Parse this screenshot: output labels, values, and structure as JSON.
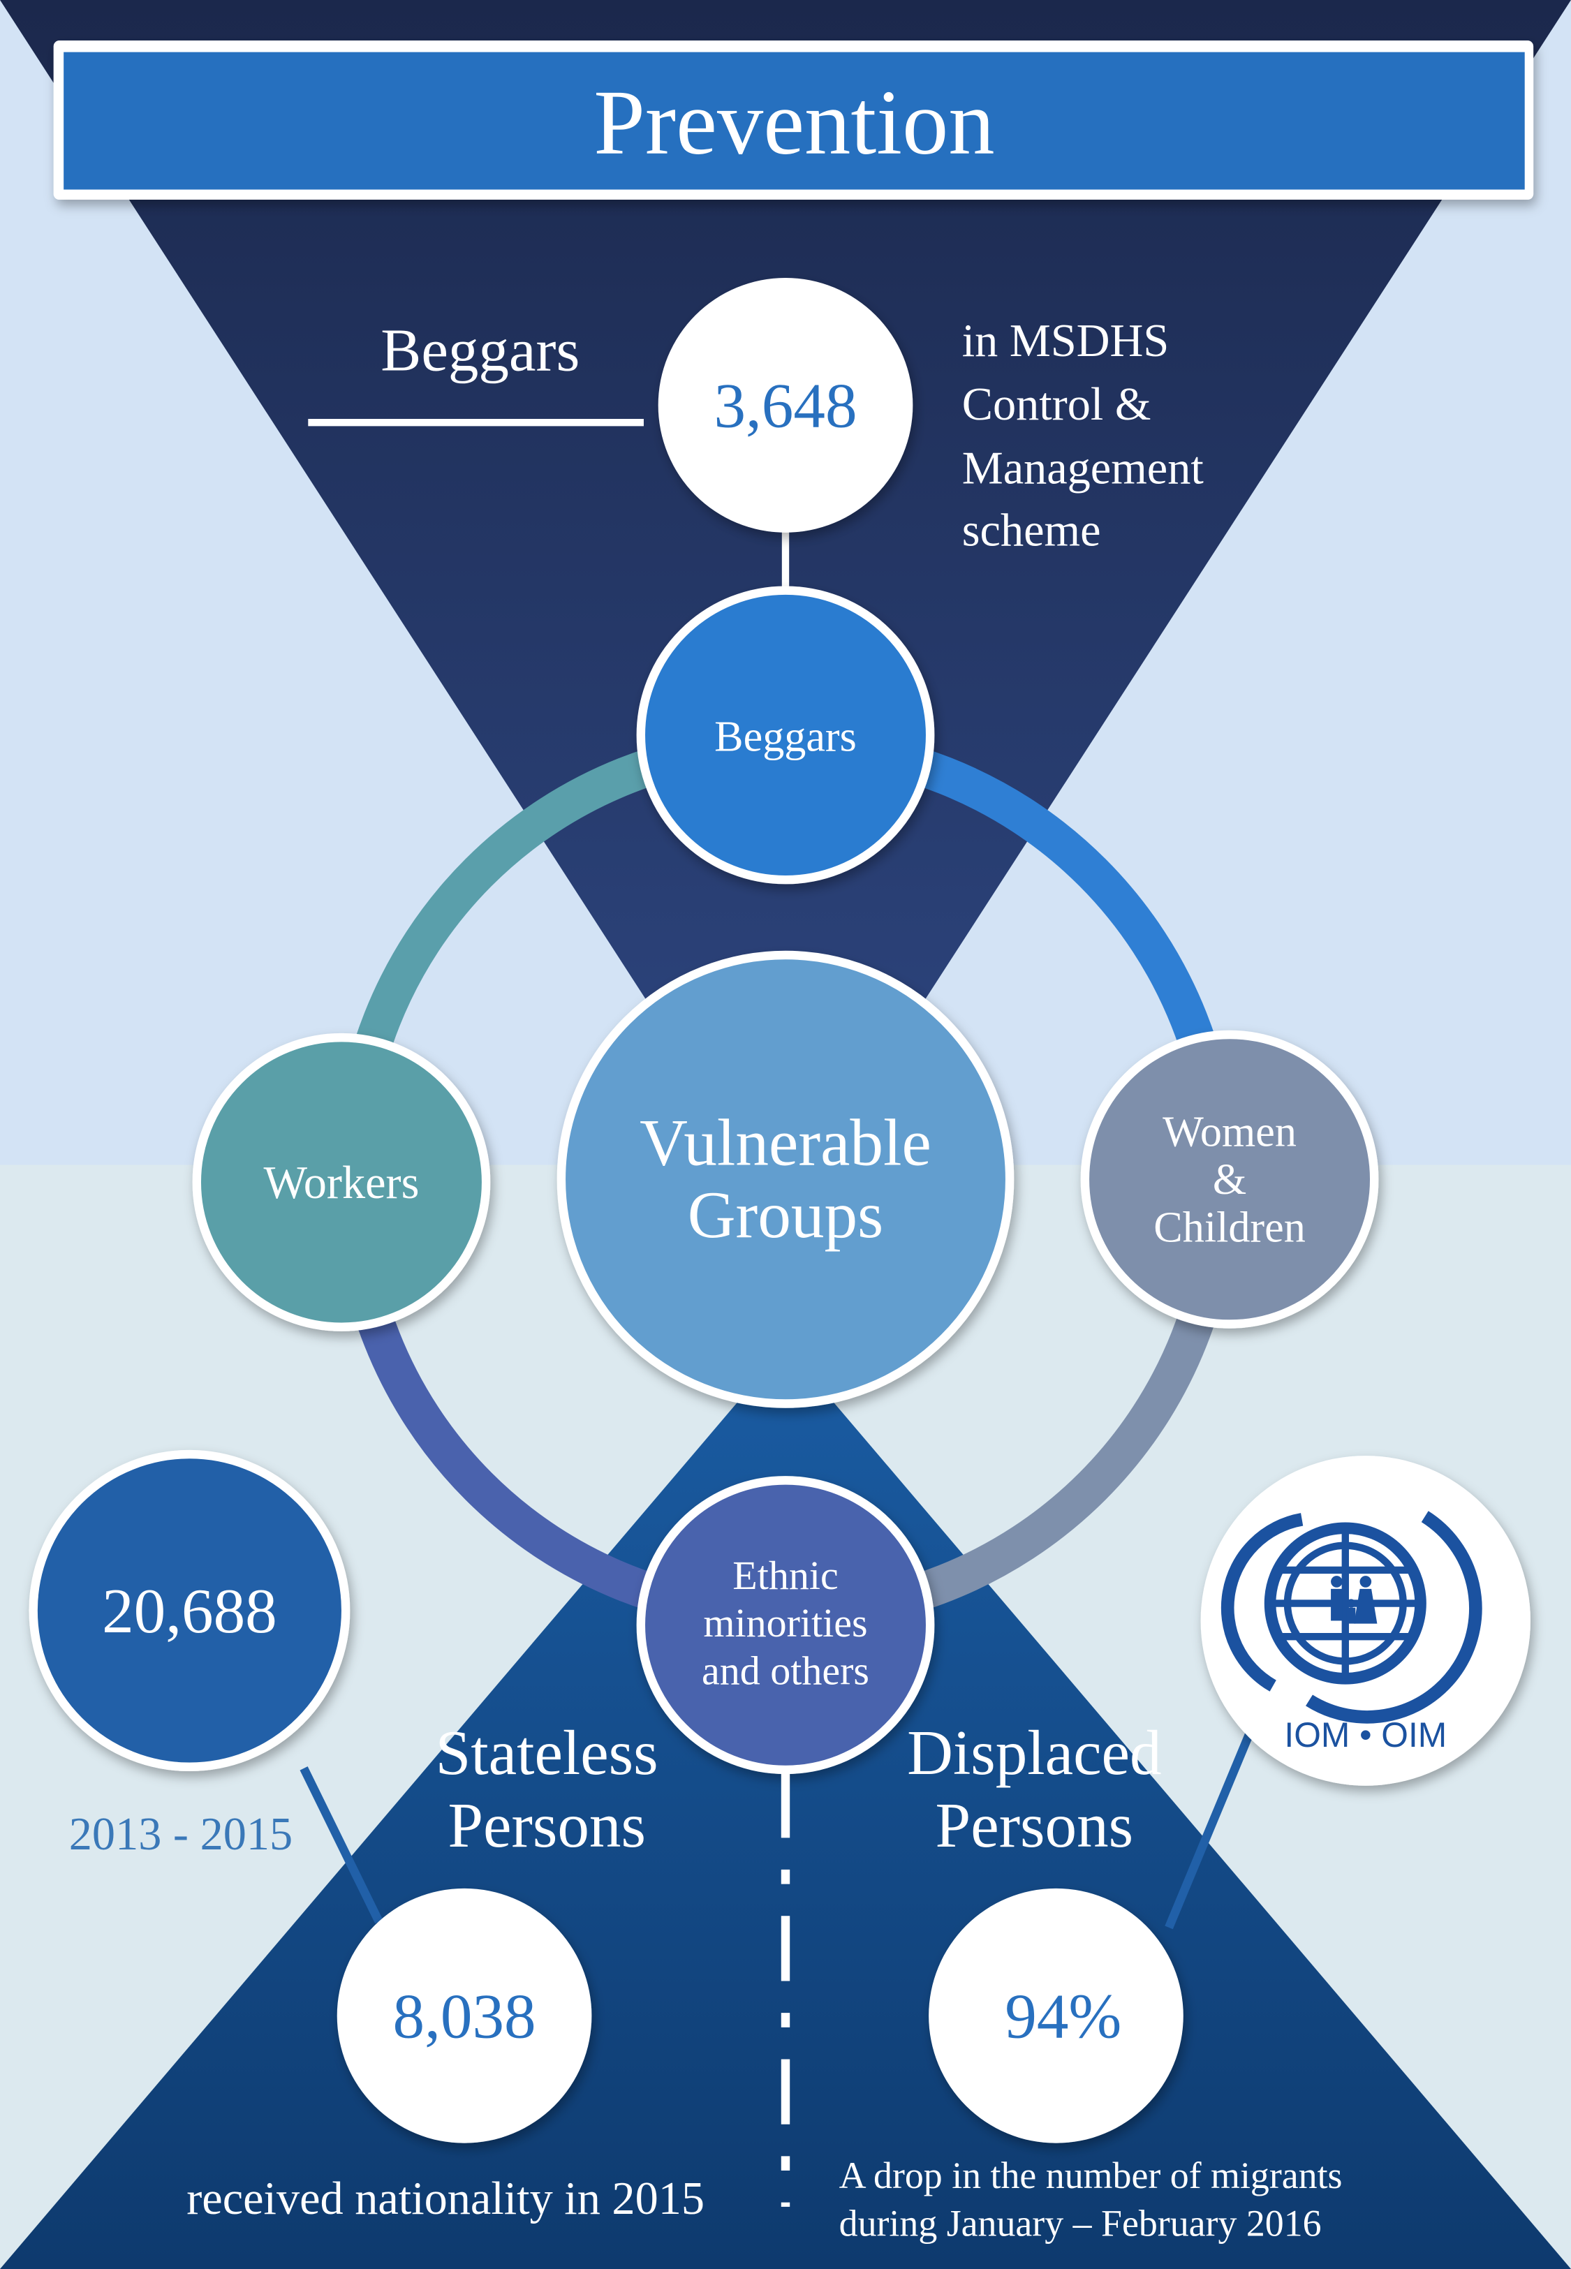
{
  "title": "Prevention",
  "center": {
    "line1": "Vulnerable",
    "line2": "Groups"
  },
  "groups": {
    "beggars": "Beggars",
    "workers": "Workers",
    "women": {
      "line1": "Women",
      "line2": "&",
      "line3": "Children"
    },
    "ethnic": {
      "line1": "Ethnic",
      "line2": "minorities",
      "line3": "and others"
    }
  },
  "beggars_stat": {
    "heading": "Beggars",
    "value": "3,648",
    "desc": [
      "in MSDHS",
      "Control &",
      "Management",
      "scheme"
    ]
  },
  "stateless": {
    "heading1": "Stateless",
    "heading2": "Persons",
    "total_value": "20,688",
    "total_period": "2013 - 2015",
    "value": "8,038",
    "desc": "received nationality in 2015"
  },
  "displaced": {
    "heading1": "Displaced",
    "heading2": "Persons",
    "value": "94%",
    "desc": [
      "A drop in the number of migrants",
      "during  January – February 2016"
    ]
  },
  "logo": {
    "text": "IOM • OIM"
  },
  "colors": {
    "navy": "#1e2c55",
    "title_blue": "#2870bf",
    "beggars": "#2a7bd0",
    "workers": "#5a9fa8",
    "women": "#7e8fab",
    "ethnic": "#4a63ad",
    "center": "#629ecf"
  }
}
